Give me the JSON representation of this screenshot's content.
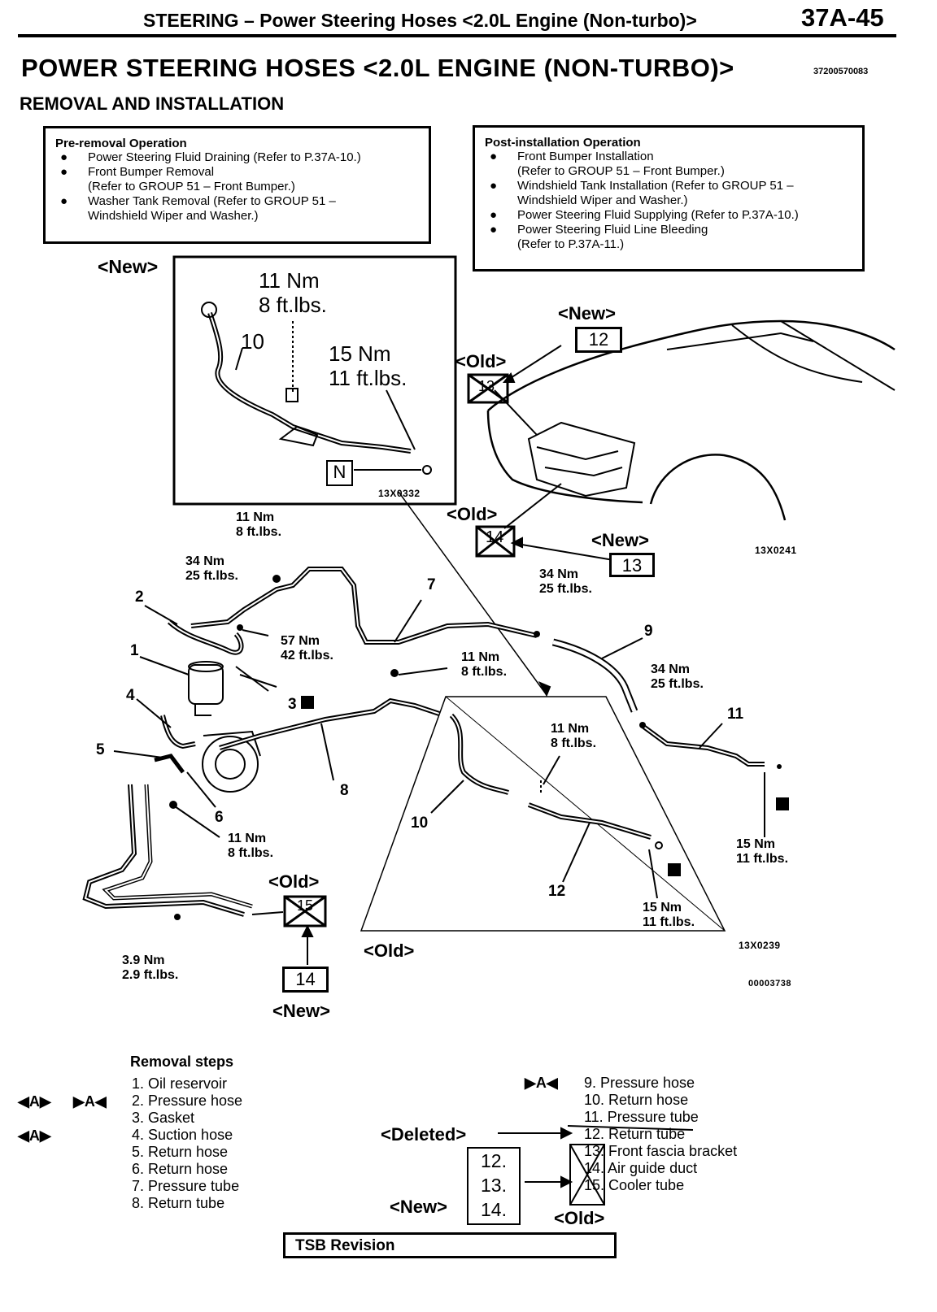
{
  "header": {
    "section": "STEERING – Power Steering Hoses <2.0L Engine (Non-turbo)>",
    "page_no": "37A-45"
  },
  "title": "POWER STEERING HOSES <2.0L ENGINE (NON-TURBO)>",
  "doc_code": "37200570083",
  "subtitle": "REMOVAL AND INSTALLATION",
  "pre_box": {
    "title": "Pre-removal Operation",
    "items": [
      "Power Steering Fluid Draining (Refer to P.37A-10.)",
      "Front Bumper Removal",
      "(Refer to GROUP 51 – Front Bumper.)",
      "Washer Tank Removal (Refer to GROUP 51 –",
      "Windshield Wiper and Washer.)"
    ]
  },
  "post_box": {
    "title": "Post-installation Operation",
    "items": [
      "Front Bumper Installation",
      "(Refer to GROUP 51 – Front Bumper.)",
      "Windshield Tank Installation (Refer to GROUP 51 –",
      "Windshield Wiper and Washer.)",
      "Power Steering Fluid Supplying (Refer to P.37A-10.)",
      "Power Steering Fluid Line Bleeding",
      "(Refer to P.37A-11.)"
    ]
  },
  "inset": {
    "new_tag": "<New>",
    "torque1_nm": "11 Nm",
    "torque1_ft": "8 ft.lbs.",
    "torque2_nm": "15 Nm",
    "torque2_ft": "11 ft.lbs.",
    "part": "10",
    "n_mark": "N",
    "ref": "13X0332"
  },
  "car": {
    "new12": "<New>",
    "n12": "12",
    "old13": "<Old>",
    "n13": "13",
    "old14": "<Old>",
    "n14": "14",
    "new13": "<New>",
    "n13new": "13",
    "ref": "13X0241"
  },
  "labels": {
    "t1_nm": "11 Nm",
    "t1_ft": "8 ft.lbs.",
    "t2_nm": "34 Nm",
    "t2_ft": "25 ft.lbs.",
    "t3_nm": "57 Nm",
    "t3_ft": "42 ft.lbs.",
    "t4_nm": "34 Nm",
    "t4_ft": "25 ft.lbs.",
    "t5_nm": "11 Nm",
    "t5_ft": "8 ft.lbs.",
    "t6_nm": "34 Nm",
    "t6_ft": "25 ft.lbs.",
    "t7_nm": "11 Nm",
    "t7_ft": "8 ft.lbs.",
    "t8_nm": "11 Nm",
    "t8_ft": "8 ft.lbs.",
    "t9_nm": "15 Nm",
    "t9_ft": "11 ft.lbs.",
    "t10_nm": "15 Nm",
    "t10_ft": "11 ft.lbs.",
    "t11_nm": "3.9 Nm",
    "t11_ft": "2.9 ft.lbs.",
    "p1": "1",
    "p2": "2",
    "p3": "3",
    "p4": "4",
    "p5": "5",
    "p6": "6",
    "p7": "7",
    "p8": "8",
    "p9": "9",
    "p10": "10",
    "p11": "11",
    "p12": "12",
    "old15": "<Old>",
    "n15": "15",
    "n14": "14",
    "new14": "<New>",
    "old_tri": "<Old>",
    "ref1": "13X0239",
    "ref2": "00003738"
  },
  "steps": {
    "heading": "Removal steps",
    "left": [
      "1. Oil reservoir",
      "2. Pressure hose",
      "3. Gasket",
      "4. Suction hose",
      "5. Return hose",
      "6. Return hose",
      "7. Pressure tube",
      "8. Return tube"
    ],
    "right": [
      "9. Pressure hose",
      "10. Return hose",
      "11. Pressure tube",
      "12. Return tube",
      "13. Front fascia bracket",
      "14. Air guide duct",
      "15. Cooler tube"
    ],
    "mark_a": "◀A▶",
    "mark_b": "▶A◀",
    "deleted": "<Deleted>",
    "new": "<New>",
    "old": "<Old>",
    "new_nums": [
      "12.",
      "13.",
      "14."
    ]
  },
  "footer": {
    "tsb": "TSB Revision"
  }
}
